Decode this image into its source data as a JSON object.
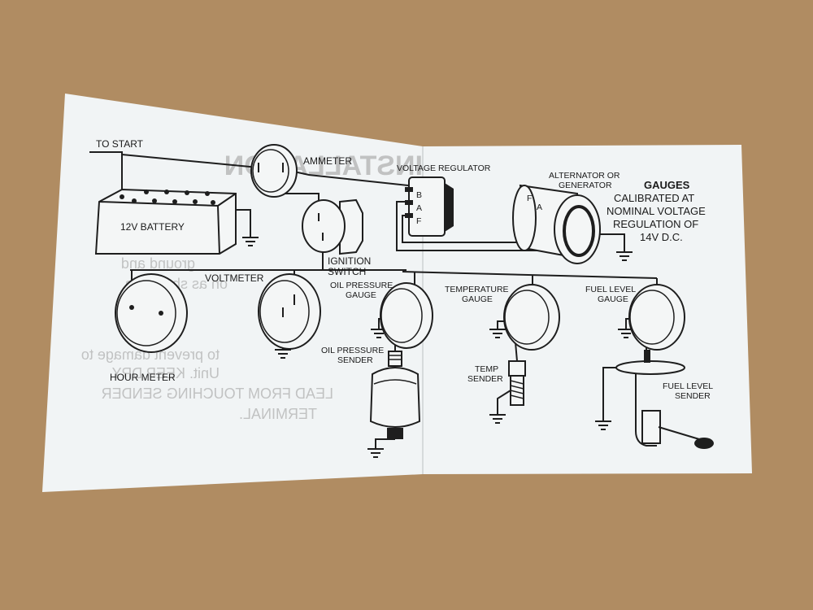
{
  "labels": {
    "to_start": "TO START",
    "battery": "12V BATTERY",
    "ammeter": "AMMETER",
    "voltage_regulator": "VOLTAGE REGULATOR",
    "regulator_b": "B",
    "regulator_a": "A",
    "regulator_f": "F",
    "alternator_line1": "ALTERNATOR OR",
    "alternator_line2": "GENERATOR",
    "alt_f": "F",
    "alt_a": "A",
    "ignition_line1": "IGNITION",
    "ignition_line2": "SWITCH",
    "voltmeter": "VOLTMETER",
    "oil_pressure_gauge_line1": "OIL PRESSURE",
    "oil_pressure_gauge_line2": "GAUGE",
    "temperature_gauge_line1": "TEMPERATURE",
    "temperature_gauge_line2": "GAUGE",
    "fuel_level_gauge_line1": "FUEL LEVEL",
    "fuel_level_gauge_line2": "GAUGE",
    "hour_meter": "HOUR METER",
    "oil_pressure_sender_line1": "OIL PRESSURE",
    "oil_pressure_sender_line2": "SENDER",
    "temp_sender_line1": "TEMP",
    "temp_sender_line2": "SENDER",
    "fuel_level_sender_line1": "FUEL LEVEL",
    "fuel_level_sender_line2": "SENDER"
  },
  "note": {
    "title": "GAUGES",
    "line1": "CALIBRATED AT",
    "line2": "NOMINAL VOLTAGE",
    "line3": "REGULATION OF",
    "line4": "14V D.C."
  },
  "bleed_through": {
    "heading": "INSTALLATION",
    "line1": "ground and",
    "line2": "on as shown on",
    "line3": "to prevent damage to",
    "line4": "Unit. KEEP DRY",
    "line5": "LEAD FROM TOUCHING SENDER",
    "line6": "TERMINAL."
  },
  "colors": {
    "background": "#b08c62",
    "paper": "#f1f4f5",
    "ink": "#1e1e1e"
  }
}
